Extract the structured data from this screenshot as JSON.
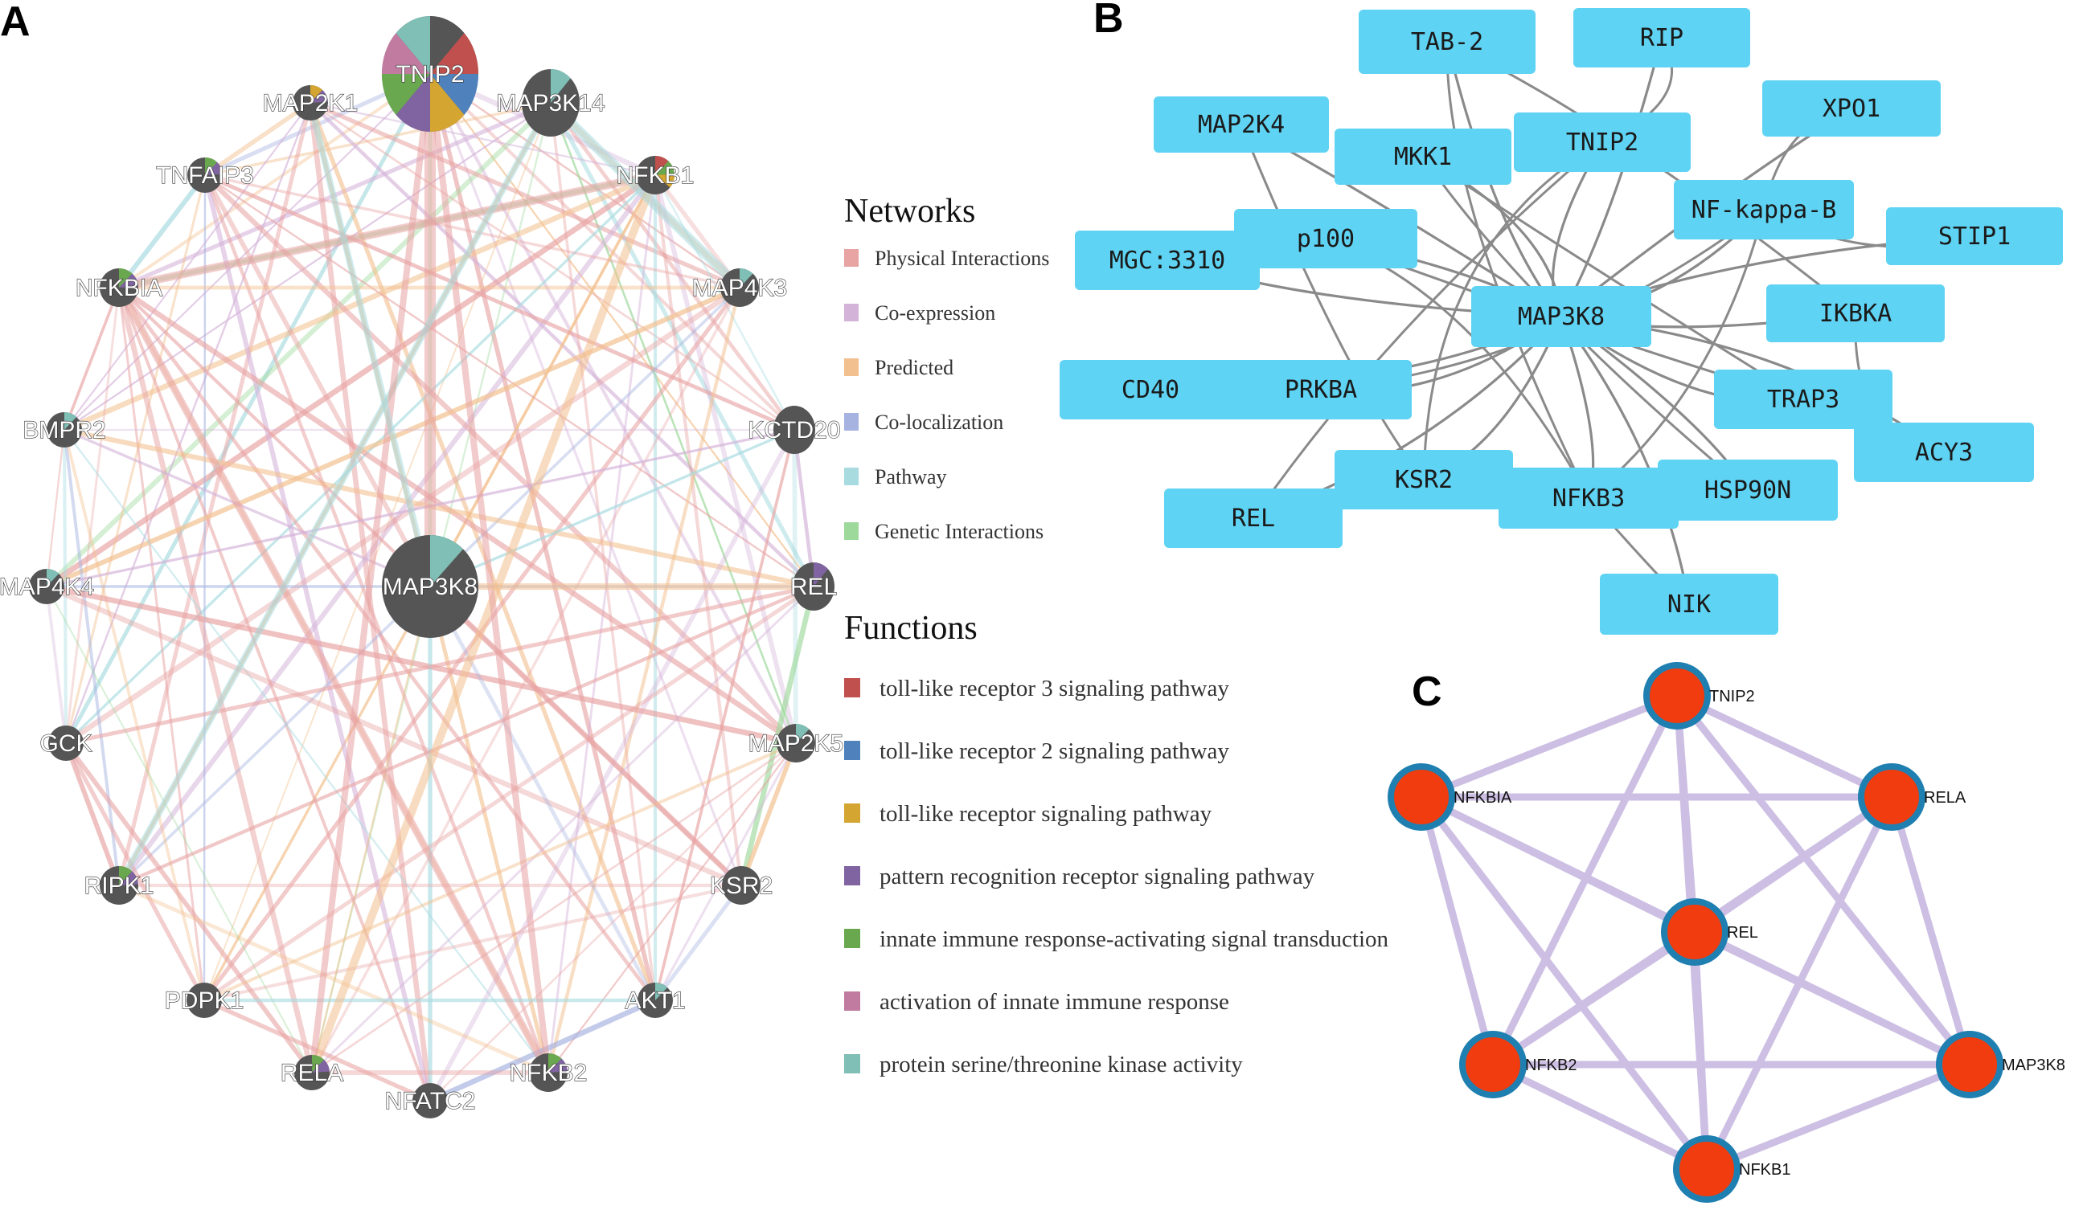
{
  "panels": {
    "a": {
      "letter": "A",
      "nodes": [
        {
          "label": "TNIP2",
          "colors": [
            "#555555",
            "#c0504d",
            "#4f81bd",
            "#d4a531",
            "#8064a2",
            "#6aa84f",
            "#c27ba0",
            "#7fbfb5"
          ]
        },
        {
          "label": "MAP3K14",
          "colors": [
            "#555555",
            "#7fbfb5"
          ]
        },
        {
          "label": "MAP2K1",
          "colors": [
            "#555555",
            "#d4a531",
            "#8064a2"
          ]
        },
        {
          "label": "NFKB1",
          "colors": [
            "#555555",
            "#c0504d",
            "#6aa84f",
            "#d4a531"
          ]
        },
        {
          "label": "TNFAIP3",
          "colors": [
            "#555555",
            "#6aa84f",
            "#8064a2"
          ]
        },
        {
          "label": "NFKBIA",
          "colors": [
            "#555555",
            "#6aa84f",
            "#8064a2"
          ]
        },
        {
          "label": "MAP4K3",
          "colors": [
            "#555555",
            "#7fbfb5"
          ]
        },
        {
          "label": "BMPR2",
          "colors": [
            "#555555",
            "#7fbfb5"
          ]
        },
        {
          "label": "KCTD20",
          "colors": [
            "#555555"
          ]
        },
        {
          "label": "MAP4K4",
          "colors": [
            "#555555",
            "#7fbfb5"
          ]
        },
        {
          "label": "MAP3K8",
          "colors": [
            "#555555",
            "#7fbfb5"
          ]
        },
        {
          "label": "REL",
          "colors": [
            "#555555",
            "#8064a2"
          ]
        },
        {
          "label": "GCK",
          "colors": [
            "#555555"
          ]
        },
        {
          "label": "MAP2K5",
          "colors": [
            "#555555",
            "#7fbfb5"
          ]
        },
        {
          "label": "RIPK1",
          "colors": [
            "#555555",
            "#6aa84f",
            "#8064a2"
          ]
        },
        {
          "label": "KSR2",
          "colors": [
            "#555555"
          ]
        },
        {
          "label": "PDPK1",
          "colors": [
            "#555555"
          ]
        },
        {
          "label": "AKT1",
          "colors": [
            "#555555",
            "#7fbfb5"
          ]
        },
        {
          "label": "RELA",
          "colors": [
            "#555555",
            "#6aa84f",
            "#8064a2"
          ]
        },
        {
          "label": "NFKB2",
          "colors": [
            "#555555",
            "#6aa84f",
            "#8064a2"
          ]
        },
        {
          "label": "NFATC2",
          "colors": [
            "#555555"
          ]
        }
      ],
      "networks_title": "Networks",
      "networks": [
        {
          "label": "Physical Interactions",
          "color": "#e8a3a3"
        },
        {
          "label": "Co-expression",
          "color": "#d4b3d9"
        },
        {
          "label": "Predicted",
          "color": "#f2c08e"
        },
        {
          "label": "Co-localization",
          "color": "#a6b3e0"
        },
        {
          "label": "Pathway",
          "color": "#a8dbe0"
        },
        {
          "label": "Genetic Interactions",
          "color": "#9ed99c"
        }
      ],
      "functions_title": "Functions",
      "functions": [
        {
          "label": "toll-like receptor 3 signaling pathway",
          "color": "#c0504d"
        },
        {
          "label": "toll-like receptor 2 signaling pathway",
          "color": "#4f81bd"
        },
        {
          "label": "toll-like receptor signaling pathway",
          "color": "#d4a531"
        },
        {
          "label": "pattern recognition receptor signaling pathway",
          "color": "#8064a2"
        },
        {
          "label": "innate immune response-activating signal transduction",
          "color": "#6aa84f"
        },
        {
          "label": "activation of innate immune response",
          "color": "#c27ba0"
        },
        {
          "label": "protein serine/threonine kinase activity",
          "color": "#7fbfb5"
        }
      ]
    },
    "b": {
      "letter": "B",
      "box_color": "#5fd3f3",
      "nodes": [
        "TAB-2",
        "RIP",
        "XPO1",
        "MAP2K4",
        "MKK1",
        "TNIP2",
        "NF-kappa-B",
        "MGC:3310",
        "p100",
        "STIP1",
        "MAP3K8",
        "IKBKA",
        "CD40",
        "PRKBA",
        "TRAP3",
        "ACY3",
        "KSR2",
        "REL",
        "NFKB3",
        "HSP90N",
        "NIK"
      ]
    },
    "c": {
      "letter": "C",
      "node_fill": "#f03c0f",
      "node_ring": "#1f7fb0",
      "edge_color": "#cdbfe3",
      "nodes": [
        "TNIP2",
        "NFKBIA",
        "RELA",
        "REL",
        "NFKB2",
        "MAP3K8",
        "NFKB1"
      ]
    }
  }
}
